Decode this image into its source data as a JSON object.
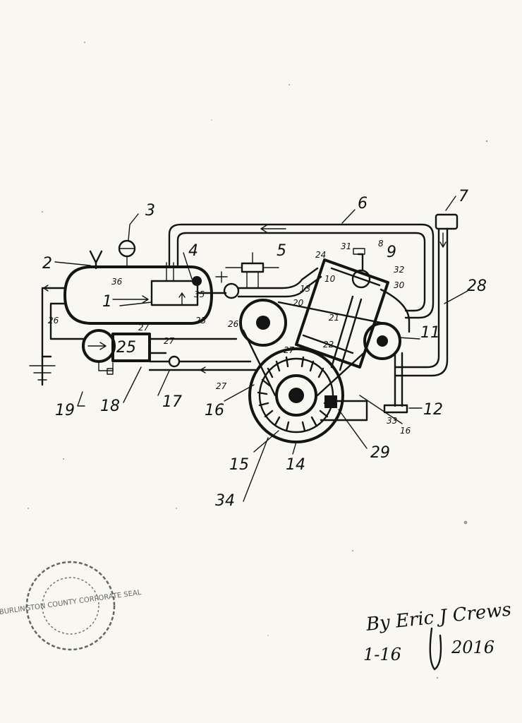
{
  "labels": {
    "l1": "1",
    "l2": "2",
    "l3": "3",
    "l4": "4",
    "l5": "5",
    "l6": "6",
    "l7": "7",
    "l8": "8",
    "l9": "9",
    "l10": "10",
    "l11": "11",
    "l12": "12",
    "l13": "13",
    "l14": "14",
    "l15": "15",
    "l16a": "16",
    "l16b": "16",
    "l17": "17",
    "l18": "18",
    "l19": "19",
    "l20": "20",
    "l21": "21",
    "l22": "22",
    "l23": "23",
    "l24": "24",
    "l25": "25",
    "l26a": "26",
    "l26b": "26",
    "l27a": "27",
    "l27b": "27",
    "l27c": "27",
    "l27d": "27",
    "l28": "28",
    "l29": "29",
    "l30": "30",
    "l31": "31",
    "l32": "32",
    "l33": "33",
    "l34": "34",
    "l35": "35",
    "l36": "36"
  },
  "signature": {
    "name": "By Eric J Crews",
    "date_parts": [
      "1-16",
      "2016"
    ]
  },
  "seal": {
    "text": "BURLINGTON COUNTY CORPORATE SEAL"
  },
  "colors": {
    "ink": "#141414",
    "paper": "#f8f7f2"
  }
}
